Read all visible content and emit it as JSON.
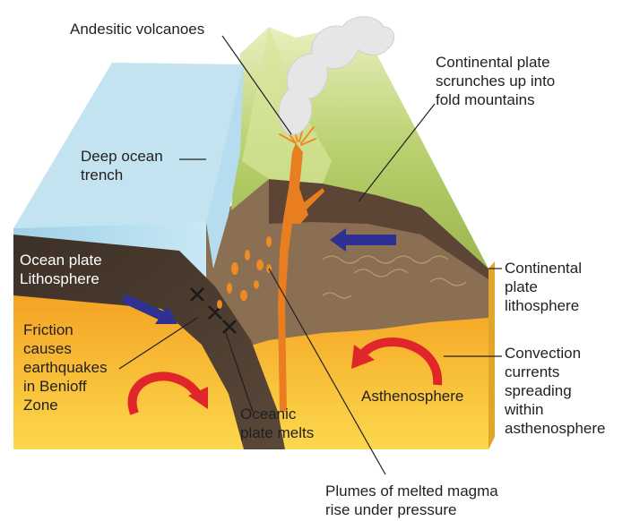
{
  "labels": {
    "andesitic_volcanoes": "Andesitic volcanoes",
    "fold_mountains": [
      "Continental plate",
      "scrunches up into",
      "fold mountains"
    ],
    "deep_ocean_trench": [
      "Deep ocean",
      "trench"
    ],
    "ocean_plate_lithosphere": [
      "Ocean plate",
      "Lithosphere"
    ],
    "continental_plate_lithosphere": [
      "Continental",
      "plate",
      "lithosphere"
    ],
    "friction_earthquakes": [
      "Friction",
      "causes",
      "earthquakes",
      "in Benioff",
      "Zone"
    ],
    "convection_currents": [
      "Convection",
      "currents",
      "spreading",
      "within",
      "asthenosphere"
    ],
    "asthenosphere": "Asthenosphere",
    "oceanic_plate_melts": [
      "Oceanic",
      "plate melts"
    ],
    "magma_plumes": [
      "Plumes of melted magma",
      "rise under pressure"
    ]
  },
  "colors": {
    "ocean": "#a9d8ec",
    "ocean_plate": "#4a3b2f",
    "continental_crust": "#8a6f52",
    "asthenosphere_top": "#f7a51c",
    "asthenosphere_bottom": "#fbd44a",
    "magma": "#e87e1f",
    "arrow_blue": "#2e3192",
    "arrow_red": "#e0262b",
    "mountain_green": "#b6cf6a"
  }
}
